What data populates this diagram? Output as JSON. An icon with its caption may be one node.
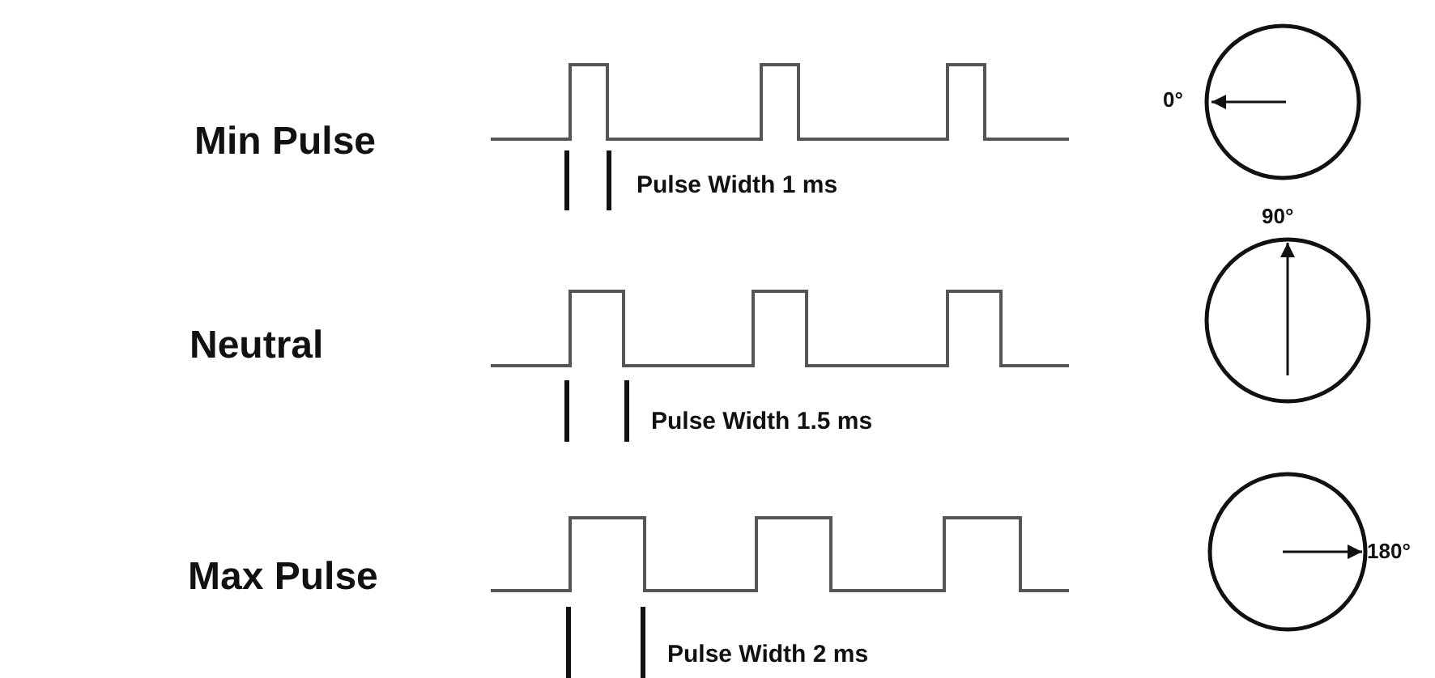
{
  "diagram": {
    "labels": [
      "0°",
      "Min Pulse",
      "Pulse Width 1 ms",
      "90°",
      "Neutral",
      "Pulse Width 1.5 ms",
      "180°",
      "Max Pulse",
      "Pulse Width 2 ms"
    ]
  }
}
